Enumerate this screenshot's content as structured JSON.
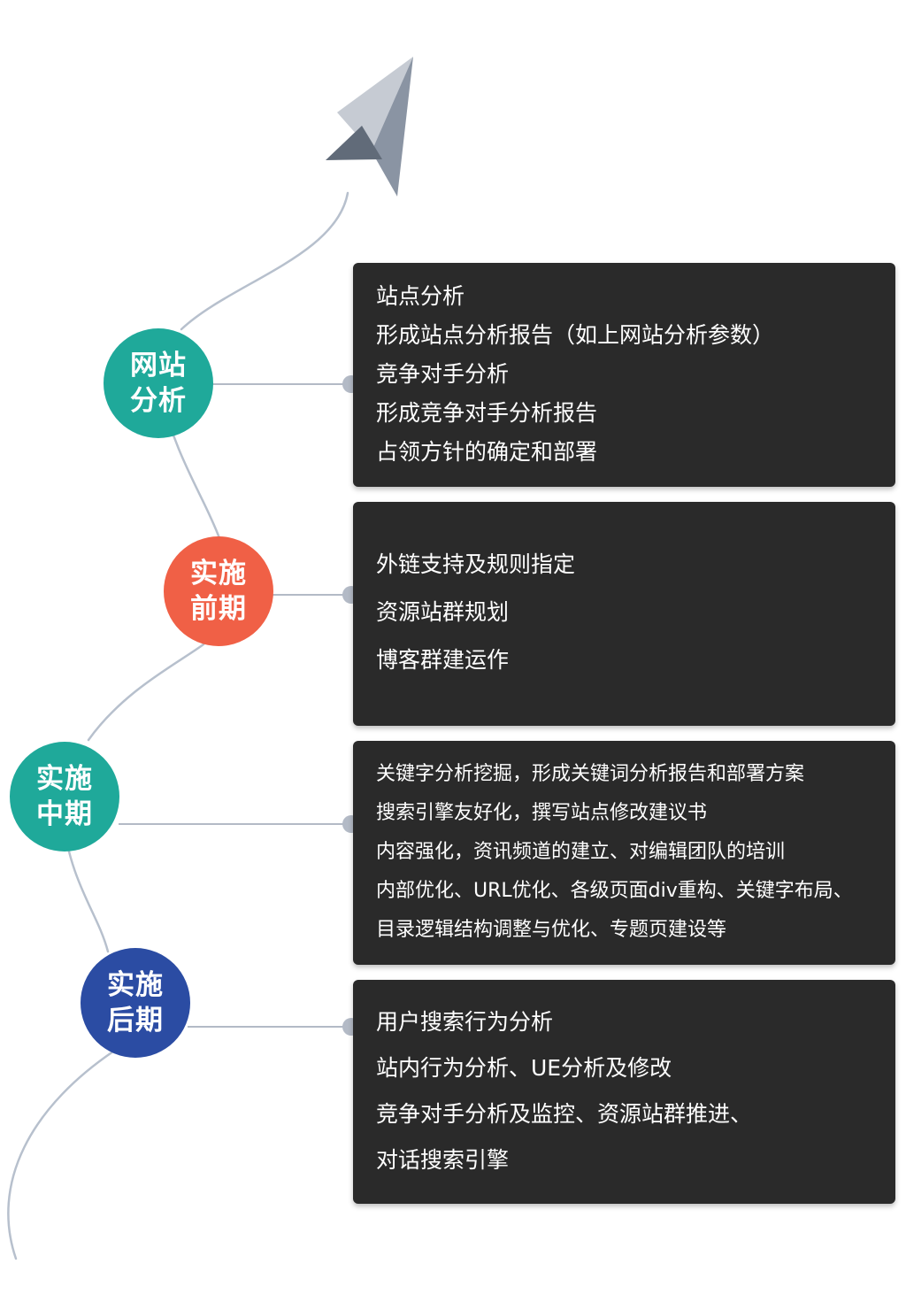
{
  "phases": [
    {
      "title_line1": "网站",
      "title_line2": "分析",
      "color": "#1fa99a",
      "items": [
        "站点分析",
        "形成站点分析报告（如上网站分析参数）",
        "竞争对手分析",
        "形成竞争对手分析报告",
        "占领方针的确定和部署"
      ]
    },
    {
      "title_line1": "实施",
      "title_line2": "前期",
      "color": "#f06046",
      "items": [
        "外链支持及规则指定",
        "资源站群规划",
        "博客群建运作"
      ]
    },
    {
      "title_line1": "实施",
      "title_line2": "中期",
      "color": "#1fa99a",
      "items": [
        "关键字分析挖掘，形成关键词分析报告和部署方案",
        "搜索引擎友好化，撰写站点修改建议书",
        "内容强化，资讯频道的建立、对编辑团队的培训",
        "内部优化、URL优化、各级页面div重构、关键字布局、",
        "目录逻辑结构调整与优化、专题页建设等"
      ]
    },
    {
      "title_line1": "实施",
      "title_line2": "后期",
      "color": "#2b4ca3",
      "items": [
        "用户搜索行为分析",
        "站内行为分析、UE分析及修改",
        "竞争对手分析及监控、资源站群推进、",
        "对话搜索引擎"
      ]
    }
  ],
  "colors": {
    "card_background": "#2a2a2a",
    "connector": "#b3bac6",
    "path_stroke": "#b7c0cd",
    "plane_light": "#c6cbd3",
    "plane_mid": "#8a94a3",
    "plane_dark": "#616b79"
  },
  "icons": {
    "plane": "paper-plane-icon"
  }
}
